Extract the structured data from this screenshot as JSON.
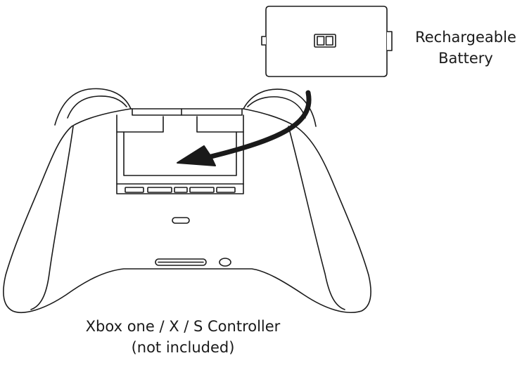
{
  "battery": {
    "label_line1": "Rechargeable",
    "label_line2": "Battery"
  },
  "controller": {
    "label_line1": "Xbox one / X / S Controller",
    "label_line2": "(not included)"
  },
  "colors": {
    "stroke": "#1a1a1a",
    "background": "#ffffff"
  }
}
